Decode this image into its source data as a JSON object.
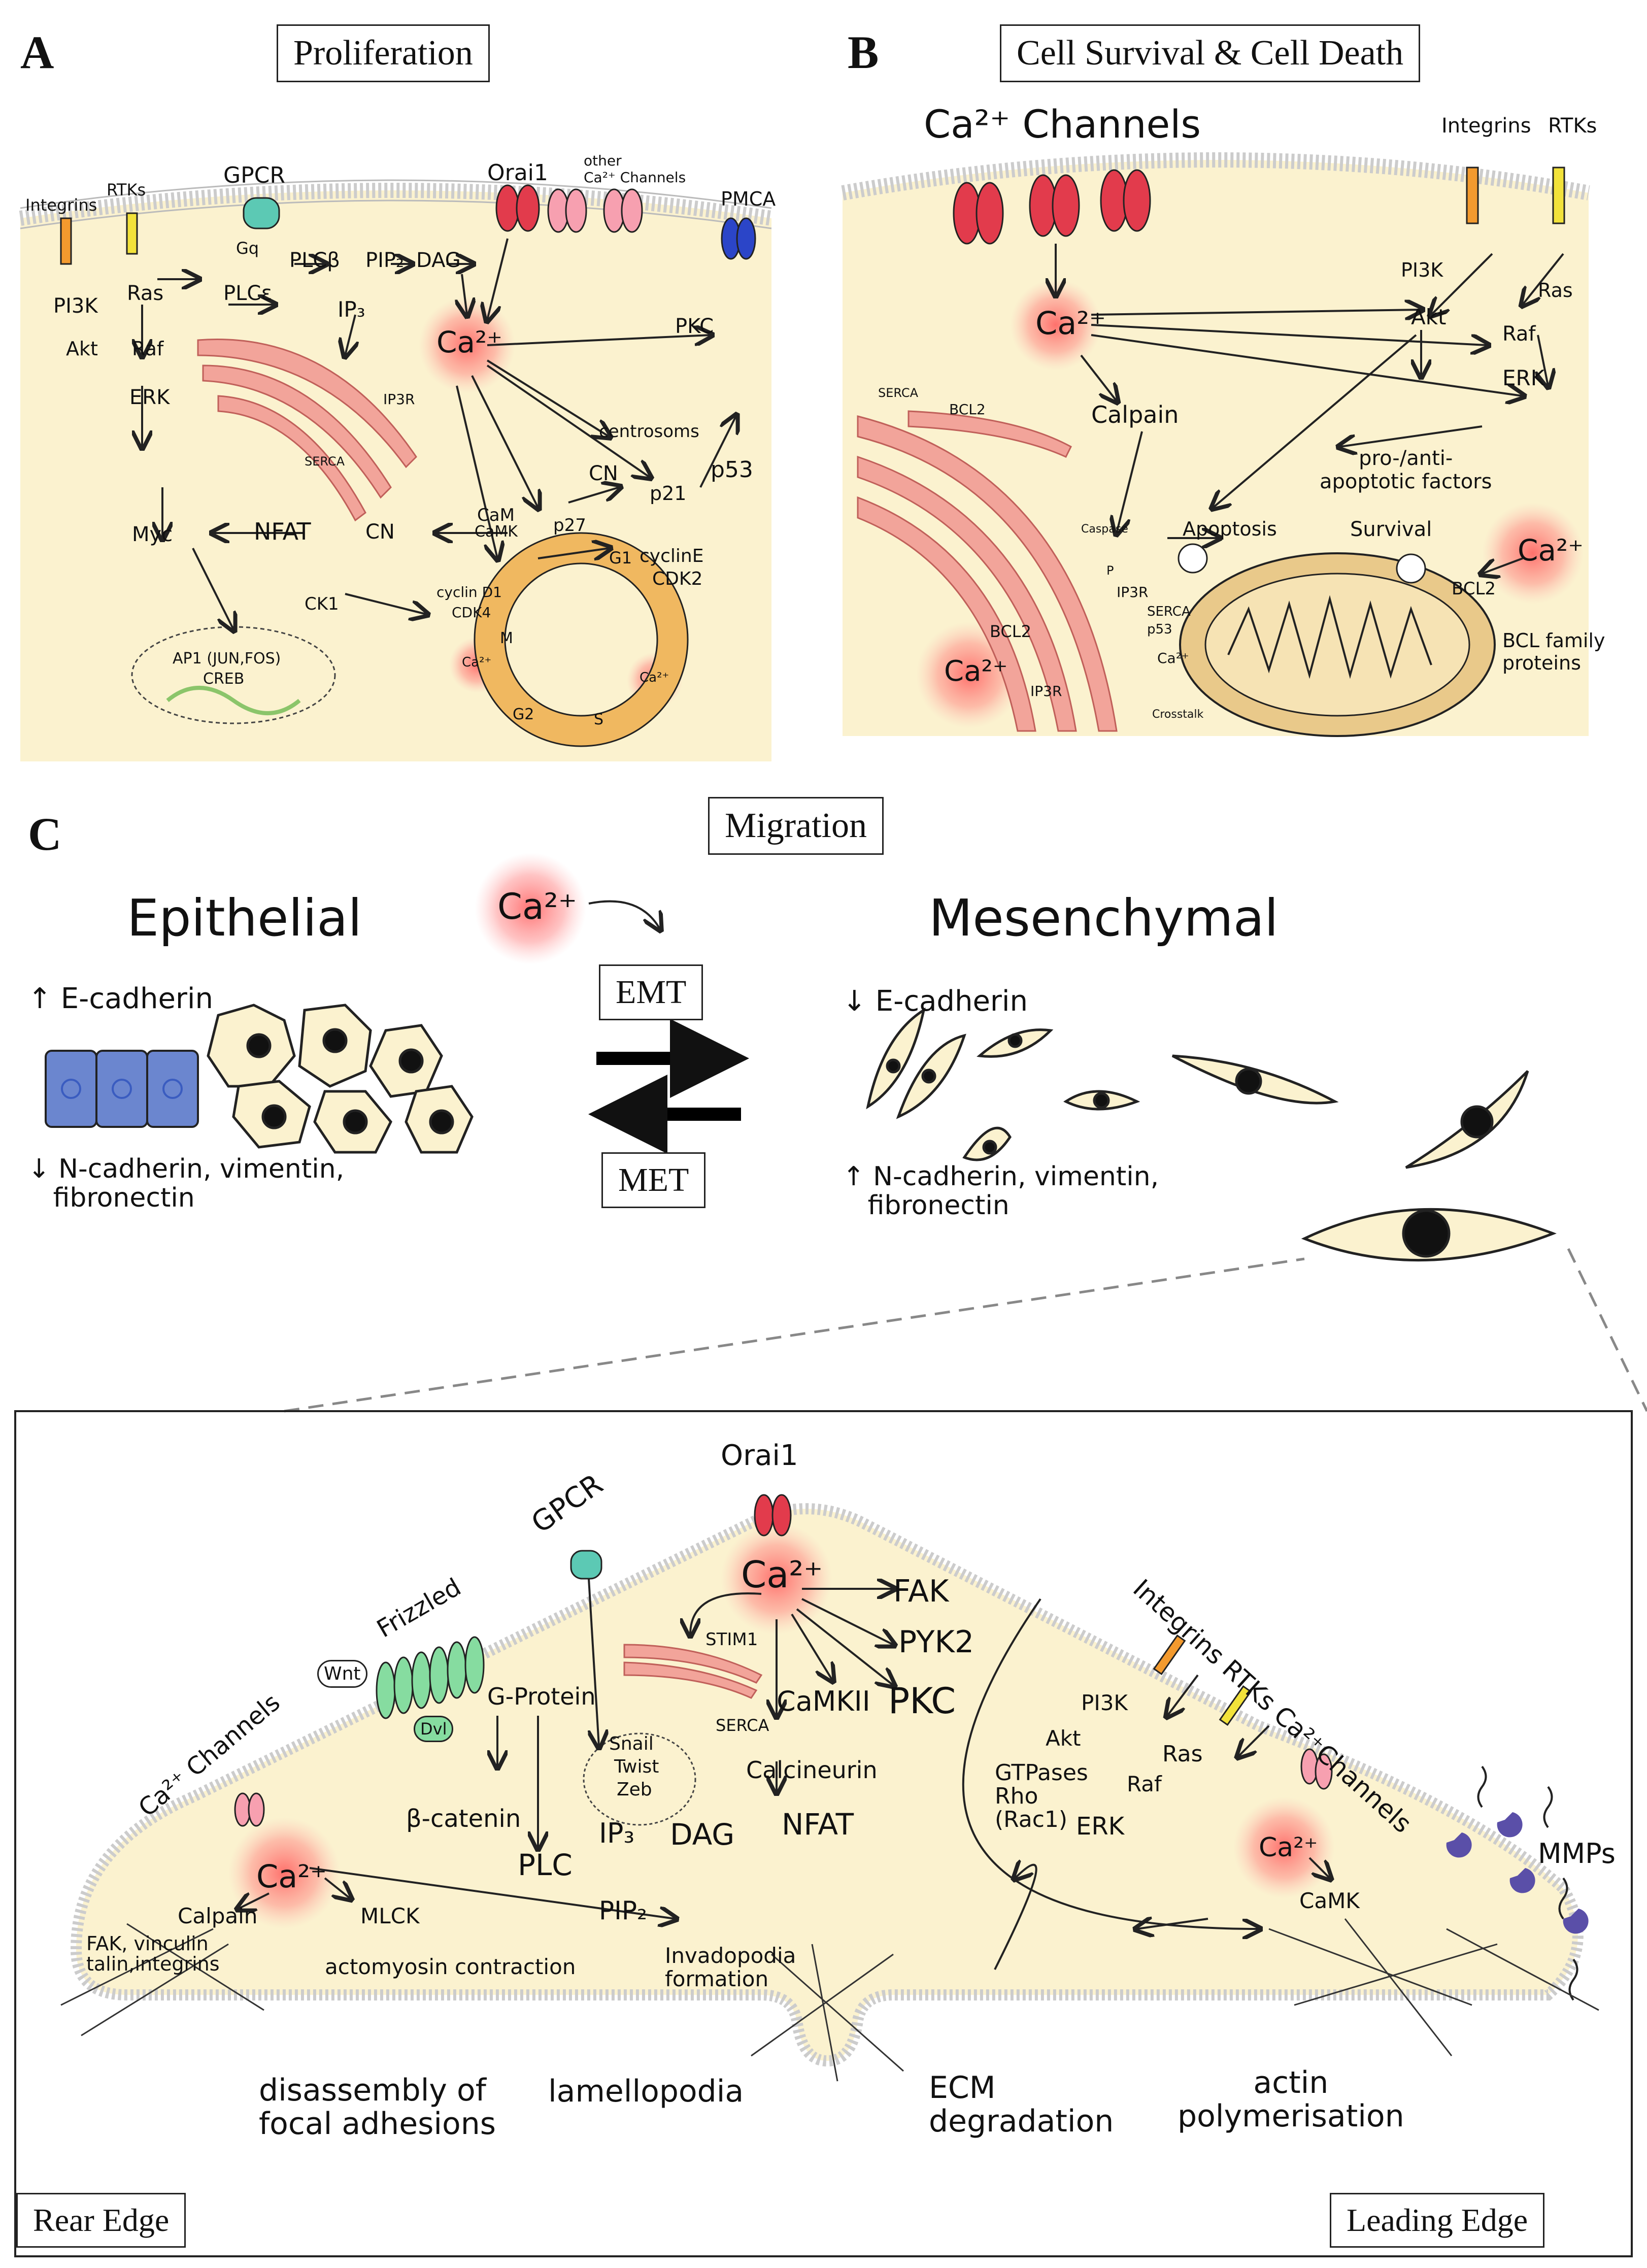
{
  "panels": {
    "A": {
      "letter": "A",
      "title": "Proliferation",
      "labels": {
        "integrins": "Integrins",
        "rtks": "RTKs",
        "gpcr": "GPCR",
        "orai1": "Orai1",
        "other_channels": "other\nCa²⁺ Channels",
        "pmca": "PMCA",
        "gq": "Gq",
        "plcb": "PLCβ",
        "pip2": "PIP₂",
        "dag": "DAG",
        "pi3k": "PI3K",
        "ras": "Ras",
        "plce": "PLCε",
        "ip3": "IP₃",
        "ca": "Ca²⁺",
        "akt": "Akt",
        "raf": "Raf",
        "erk": "ERK",
        "ip3r": "IP3R",
        "serca": "SERCA",
        "pkc": "PKC",
        "centrosoms": "centrosoms",
        "cn1": "CN",
        "p53": "p53",
        "p21": "p21",
        "myc": "Myc",
        "nfat": "NFAT",
        "cn2": "CN",
        "cam": "CaM",
        "camk": "CaMK",
        "p27": "p27",
        "cycline": "cyclinE",
        "cdk2": "CDK2",
        "ck1": "CK1",
        "cyclind": "cyclin D1",
        "cdk4": "CDK4",
        "ap1": "AP1 (JUN,FOS)",
        "creb": "CREB",
        "g1": "G1",
        "s": "S",
        "g2": "G2",
        "m": "M",
        "ca_small1": "Ca²⁺",
        "ca_small2": "Ca²⁺"
      }
    },
    "B": {
      "letter": "B",
      "title": "Cell Survival & Cell Death",
      "labels": {
        "channels": "Ca²⁺ Channels",
        "integrins": "Integrins",
        "rtks": "RTKs",
        "pi3k": "PI3K",
        "ras": "Ras",
        "akt": "Akt",
        "raf": "Raf",
        "erk": "ERK",
        "ca": "Ca²⁺",
        "calpain": "Calpain",
        "serca": "SERCA",
        "bcl2": "BCL2",
        "factors": "pro-/anti-\napoptotic factors",
        "apoptosis": "Apoptosis",
        "survival": "Survival",
        "caspase": "Caspase",
        "ip3r": "IP3R",
        "serca2": "SERCA",
        "p53": "p53",
        "ca2": "Ca²⁺",
        "bcl2_b": "BCL2",
        "ca3": "Ca²⁺",
        "bcl2_c": "BCL2",
        "bcl_family": "BCL family\nproteins",
        "ip3r2": "IP3R",
        "ca4": "Ca²⁺",
        "crosstalk": "Crosstalk",
        "p": "P"
      }
    },
    "C": {
      "letter": "C",
      "title": "Migration",
      "epithelial": "Epithelial",
      "mesenchymal": "Mesenchymal",
      "ca": "Ca²⁺",
      "emt": "EMT",
      "met": "MET",
      "epi_up": "↑ E-cadherin",
      "epi_down": "↓ N-cadherin, vimentin,\n   fibronectin",
      "mes_down": "↓ E-cadherin",
      "mes_up": "↑ N-cadherin, vimentin,\n   fibronectin"
    },
    "D": {
      "labels": {
        "orai1": "Orai1",
        "ca_top": "Ca²⁺",
        "gpcr": "GPCR",
        "frizzled": "Frizzled",
        "wnt": "Wnt",
        "dvl": "Dvl",
        "gprotein": "G-Protein",
        "stim1": "STIM1",
        "serca": "SERCA",
        "snail": "Snail",
        "twist": "Twist",
        "zeb": "Zeb",
        "fak": "FAK",
        "pyk2": "PYK2",
        "camkii": "CaMKII",
        "pkc": "PKC",
        "calcineurin": "Calcineurin",
        "nfat": "NFAT",
        "bcatenin": "β-catenin",
        "plc": "PLC",
        "ip3": "IP₃",
        "dag": "DAG",
        "pip2": "PIP₂",
        "channels_left": "Ca²⁺ Channels",
        "ca_left": "Ca²⁺",
        "calpain": "Calpain",
        "mlck": "MLCK",
        "fak_list": "FAK, vinculin\ntalin,integrins",
        "actomyosin": "actomyosin contraction",
        "invadopodia": "Invadopodia\nformation",
        "integrins_rtks": "Integrins RTKs Ca²⁺Channels",
        "pi3k": "PI3K",
        "akt": "Akt",
        "ras": "Ras",
        "raf": "Raf",
        "erk": "ERK",
        "gtpases": "GTPases\nRho\n(Rac1)",
        "ca_right": "Ca²⁺",
        "camk": "CaMK",
        "mmps": "MMPs",
        "disassembly": "disassembly of\nfocal adhesions",
        "lamellopodia": "lamellopodia",
        "ecm": "ECM\ndegradation",
        "actin": "actin\npolymerisation",
        "rear": "Rear Edge",
        "leading": "Leading Edge"
      }
    }
  },
  "colors": {
    "cell": "#fbf2cf",
    "er": "#f2a49a",
    "ca_glow": "#ff6b6b",
    "orai": "#e23b4c",
    "gpcr": "#5cc9b4",
    "pmca": "#2b45c8",
    "epithelial": "#6b86cf",
    "mmp": "#5a4fa8",
    "frizzled": "#86dca0",
    "mito": "#e9c98a"
  }
}
